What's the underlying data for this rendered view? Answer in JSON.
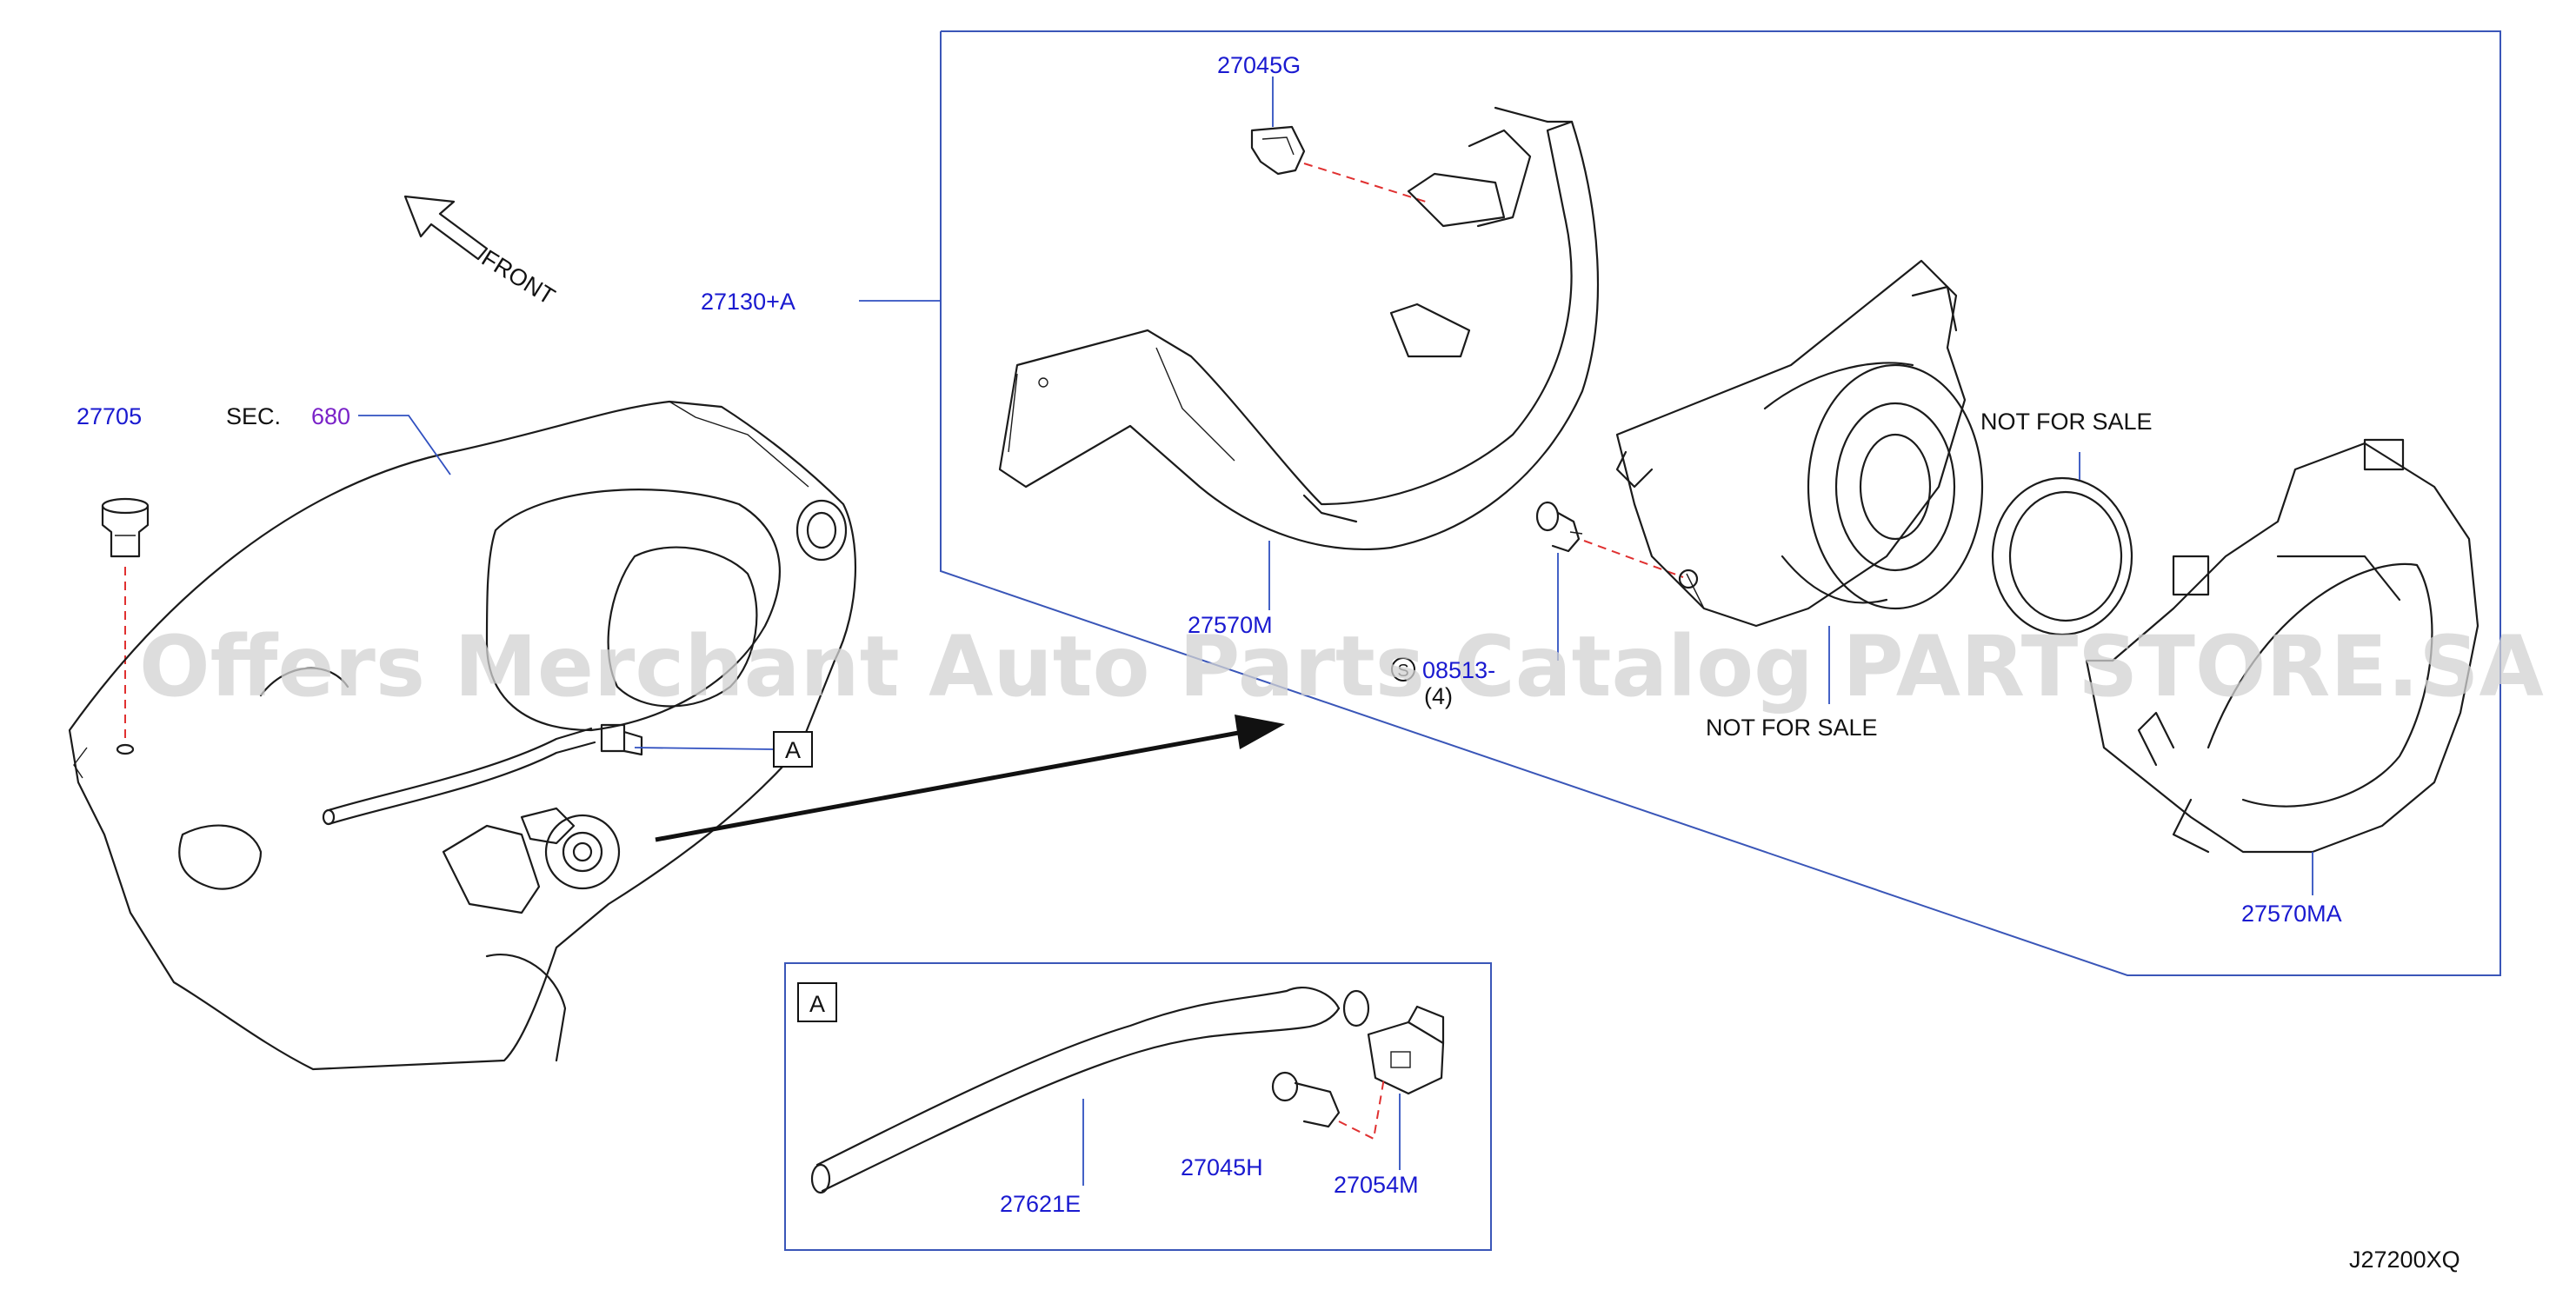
{
  "diagram": {
    "code": "J27200XQ",
    "front_label": "FRONT",
    "section": {
      "prefix": "SEC.",
      "number": "680"
    },
    "detail_ref": "A",
    "quantity_note": "(4)",
    "watermark": "Offers Merchant Auto Parts Catalog PARTSTORE.SA",
    "not_for_sale": "NOT   FOR   SALE",
    "parts": {
      "p27705": "27705",
      "p27045G": "27045G",
      "p27130A": "27130+A",
      "p27570M": "27570M",
      "p08513": "08513-",
      "p27570MA": "27570MA",
      "p27621E": "27621E",
      "p27045H": "27045H",
      "p27054M": "27054M"
    }
  },
  "colors": {
    "part_number": "#1a1ad0",
    "section_number": "#7a22c8",
    "leader_line": "#3050c0",
    "alignment_dash": "#e03030",
    "watermark": "#d2d2d2"
  }
}
